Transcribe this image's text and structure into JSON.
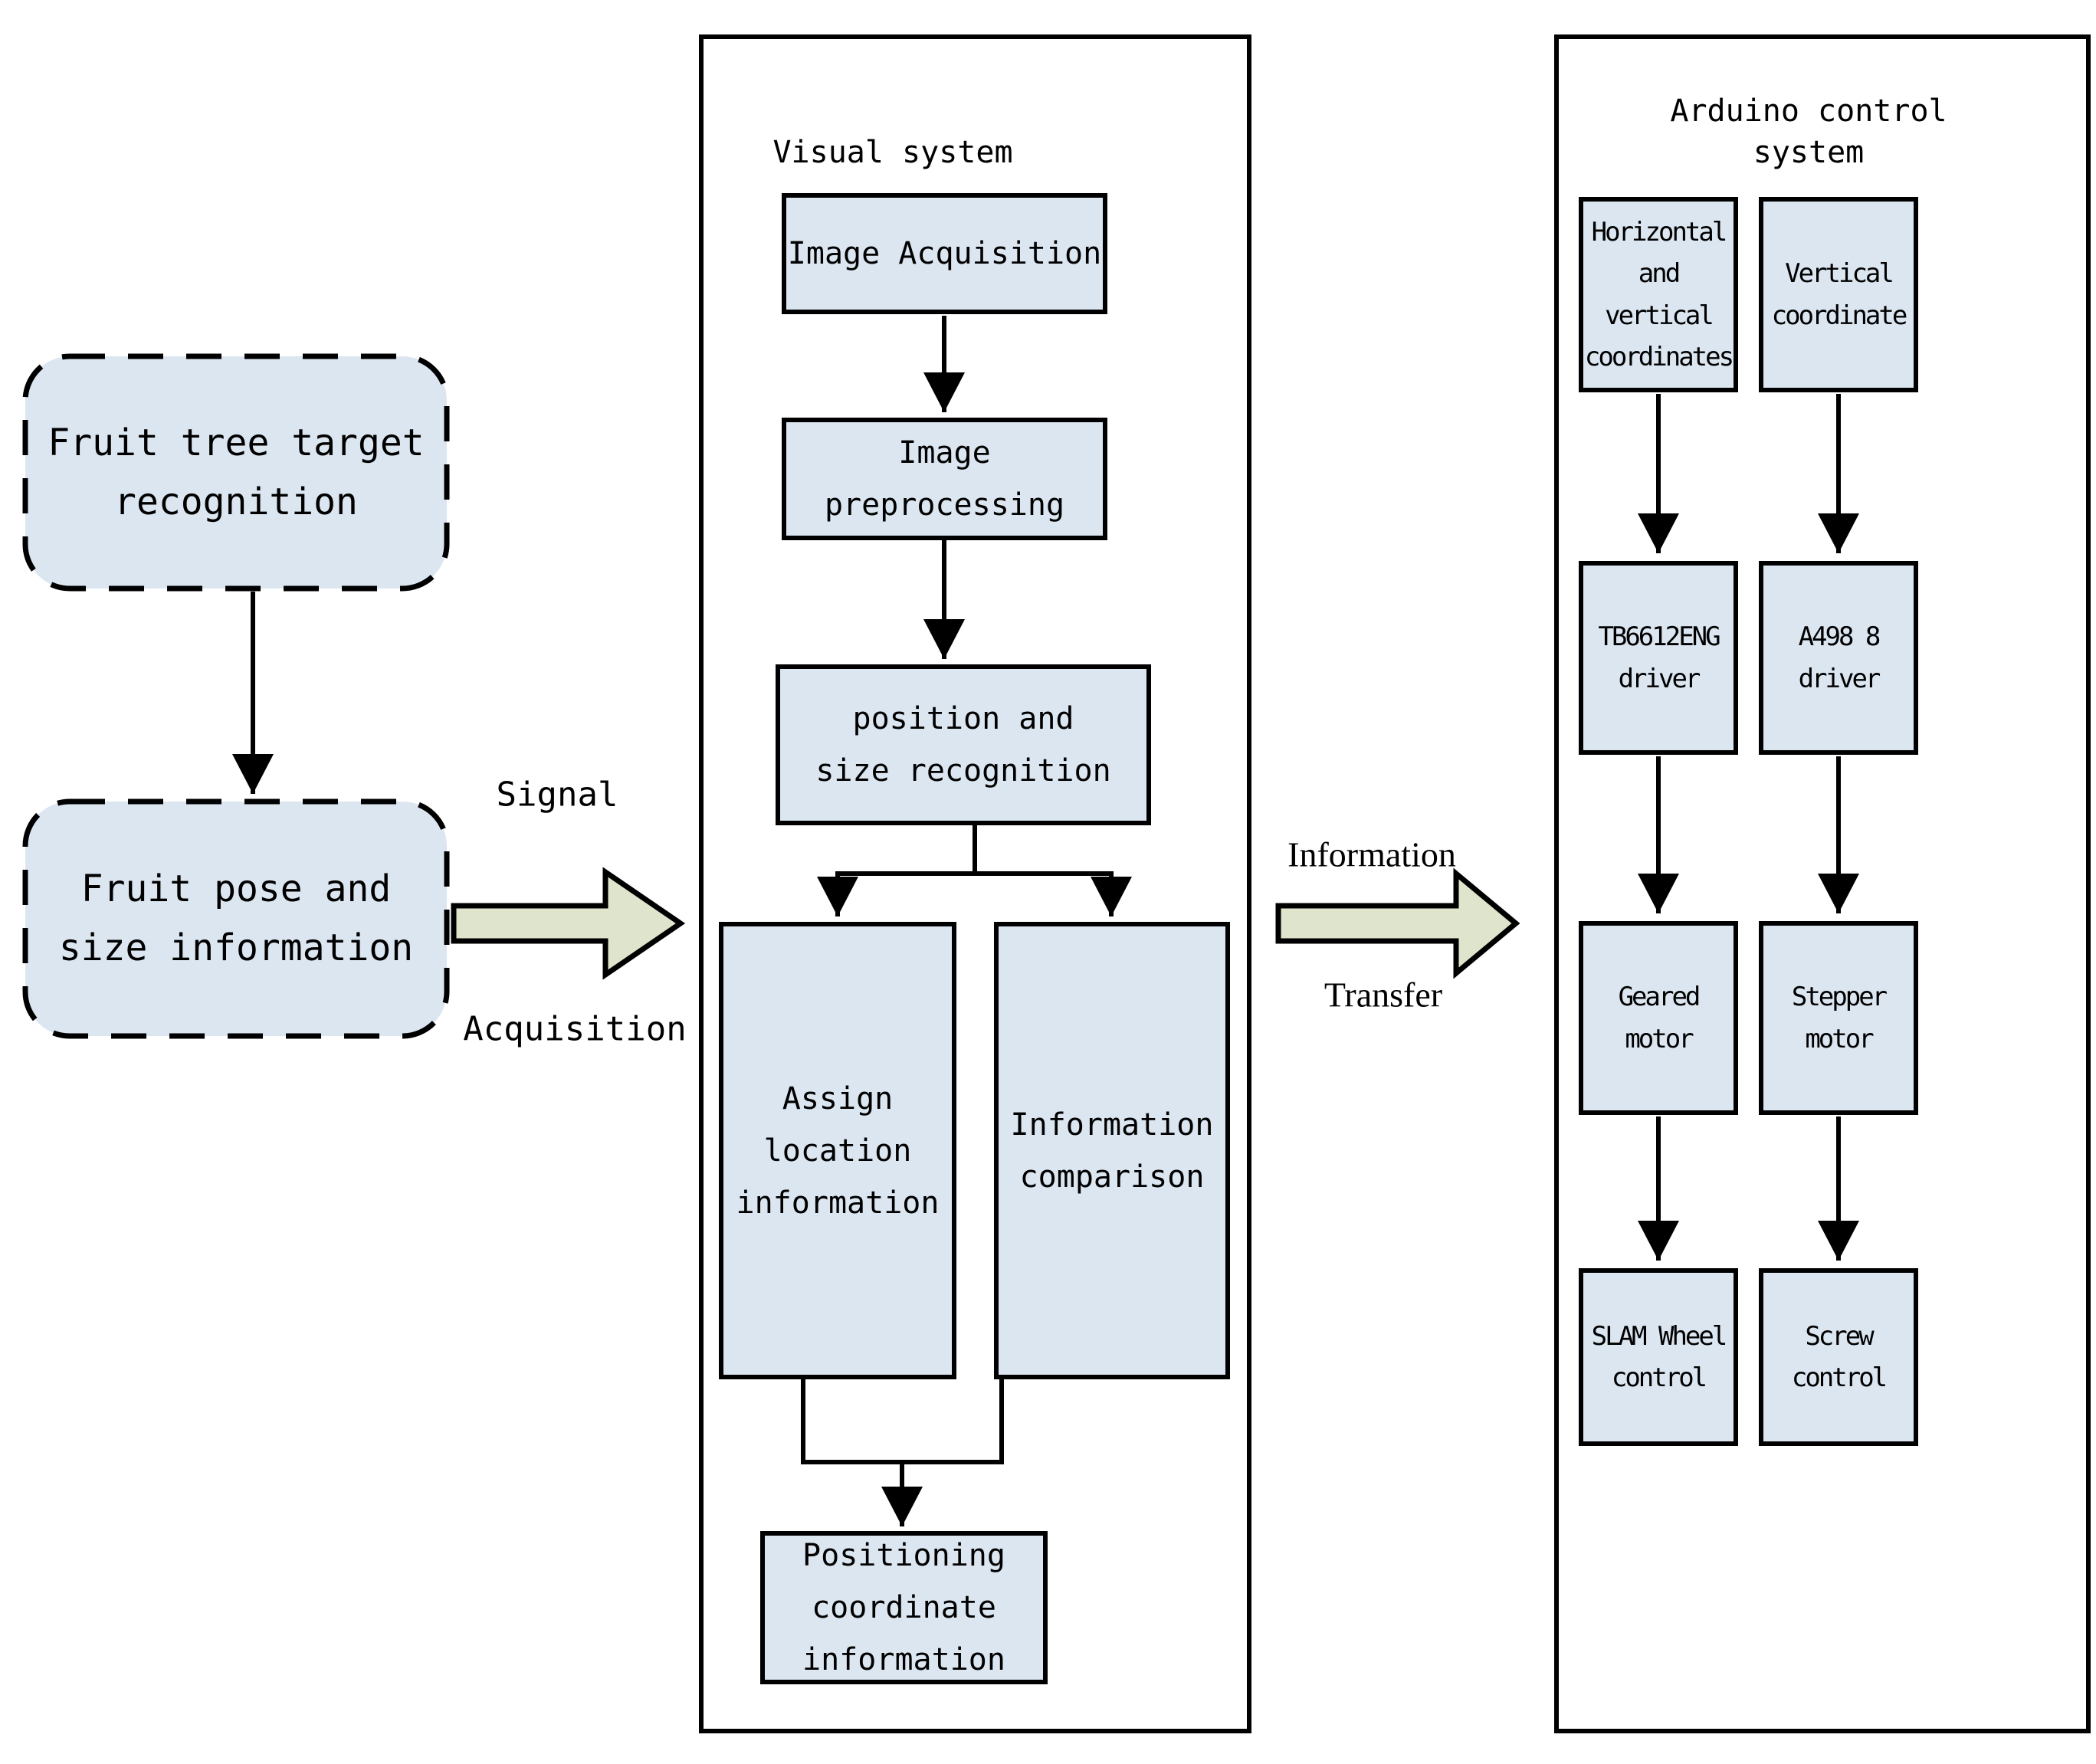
{
  "colors": {
    "box_fill": "#dce6f1",
    "block_arrow_fill": "#dfe4cc",
    "line": "#000000"
  },
  "left_flow": {
    "target_recognition": "Fruit tree target\nrecognition",
    "pose_size": "Fruit pose and\nsize information"
  },
  "signal_arrow": {
    "label_top": "Signal",
    "label_bottom": "Acquisition"
  },
  "transfer_arrow": {
    "label_top": "Information",
    "label_bottom": "Transfer"
  },
  "visual": {
    "title": "Visual system",
    "image_acquisition": "Image Acquisition",
    "image_preprocessing": "Image\npreprocessing",
    "position_size_recognition": "position and\nsize recognition",
    "assign_location": "Assign\nlocation\ninformation",
    "information_comparison": "Information\ncomparison",
    "positioning_coordinate": "Positioning\ncoordinate\ninformation"
  },
  "arduino": {
    "title": "Arduino control\nsystem",
    "left_column": [
      "Horizontal\nand\nvertical\ncoordinates",
      "TB6612ENG\ndriver",
      "Geared\nmotor",
      "SLAM Wheel\ncontrol"
    ],
    "right_column": [
      "Vertical\ncoordinate",
      "A498 8\ndriver",
      "Stepper\nmotor",
      "Screw\ncontrol"
    ]
  }
}
